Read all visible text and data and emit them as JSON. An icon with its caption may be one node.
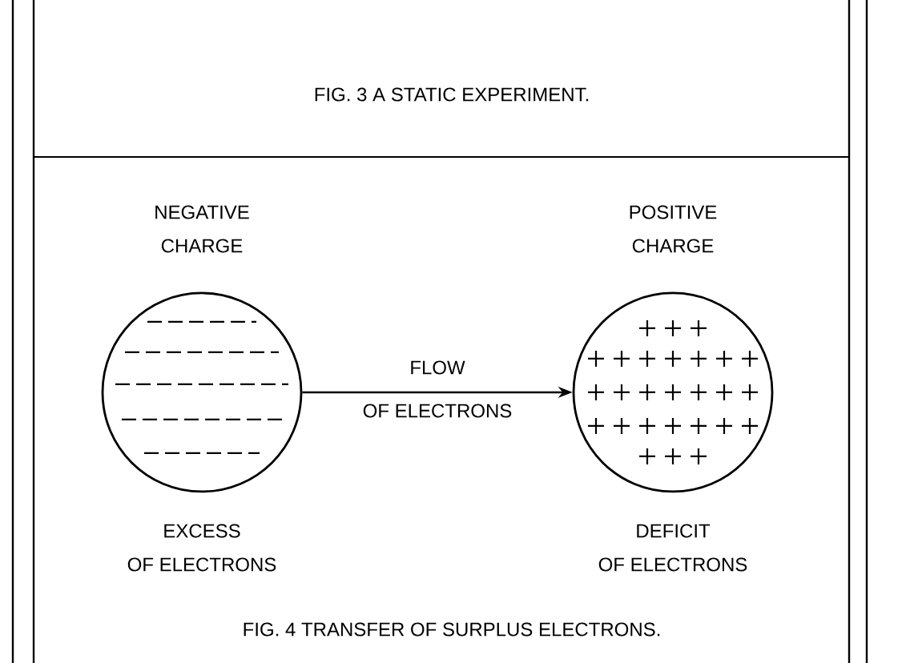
{
  "diagram": {
    "title": "FIG. 3 A STATIC EXPERIMENT.",
    "caption": "FIG. 4 TRANSFER OF SURPLUS ELECTRONS.",
    "nodes": [
      {
        "text": [],
        "shape": "circle",
        "beside": [
          "NEGATIVE CHARGE",
          "EXCESS OF ELECTRONS"
        ]
      },
      {
        "text": [],
        "shape": "circle",
        "beside": [
          "POSITIVE CHARGE",
          "DEFICIT OF ELECTRONS"
        ]
      }
    ],
    "edges": [
      {
        "from": 0,
        "to": 1,
        "arrow": "to",
        "label": "FLOW OF ELECTRONS"
      }
    ]
  }
}
